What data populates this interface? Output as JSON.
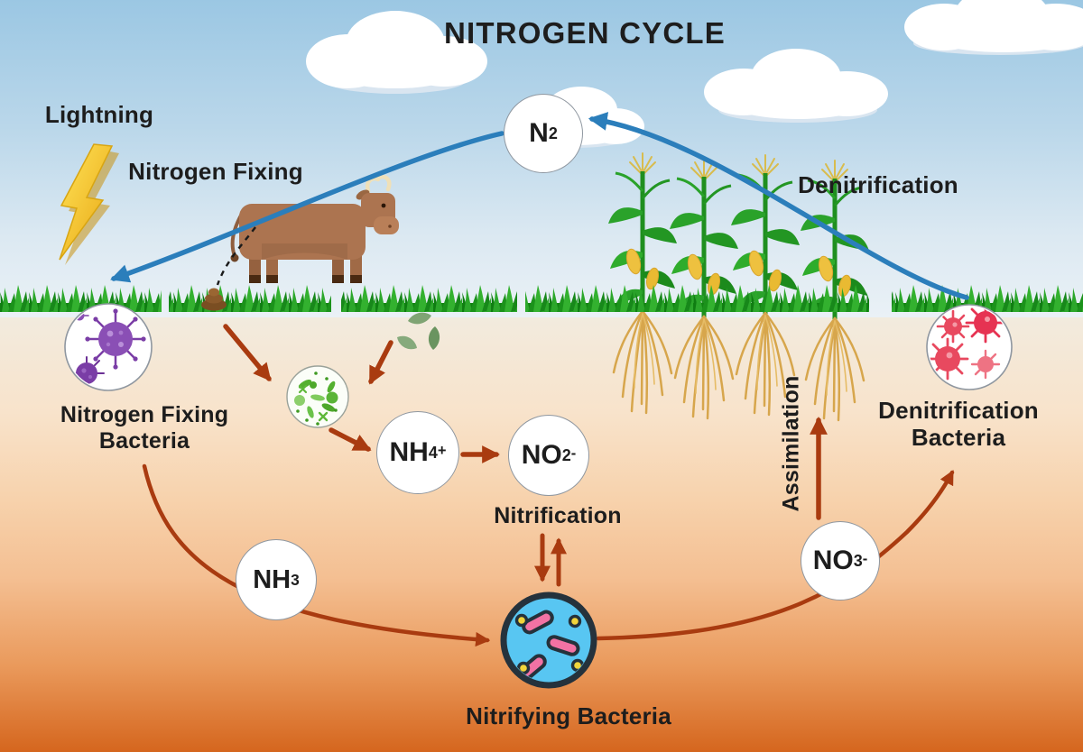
{
  "labels": {
    "title": "NITROGEN CYCLE",
    "lightning": "Lightning",
    "nitrogen_fixing": "Nitrogen Fixing",
    "denitrification": "Denitrification",
    "nitrogen_fixing_bacteria_1": "Nitrogen Fixing",
    "nitrogen_fixing_bacteria_2": "Bacteria",
    "nitrification": "Nitrification",
    "nitrifying_bacteria": "Nitrifying Bacteria",
    "denitrification_bacteria_1": "Denitrification",
    "denitrification_bacteria_2": "Bacteria",
    "assimilation": "Assimilation"
  },
  "molecules": {
    "n2": {
      "base": "N",
      "sub": "2",
      "sup": ""
    },
    "nh4": {
      "base": "NH",
      "sub": "4",
      "sup": "+"
    },
    "no2": {
      "base": "NO",
      "sub": "2",
      "sup": "-"
    },
    "nh3": {
      "base": "NH",
      "sub": "3",
      "sup": ""
    },
    "no3": {
      "base": "NO",
      "sub": "3",
      "sup": "-"
    }
  },
  "icons": [
    "lightning-icon",
    "cow-icon",
    "dung-icon",
    "decomposing-leaves-icon",
    "nitrogen-fixing-bacteria-icon",
    "ammonifying-bacteria-icon",
    "nitrifying-bacteria-icon",
    "denitrifying-bacteria-icon",
    "corn-plant-icon",
    "cloud-icon",
    "grass-icon"
  ],
  "colors": {
    "sky_top": "#9BC7E3",
    "sky_bottom": "#EAF1F6",
    "ground_top": "#F2EBDE",
    "ground_bottom": "#D5661E",
    "grass_green": "#2CA72B",
    "grass_dark": "#128312",
    "arrow_blue": "#2B7EBB",
    "arrow_red": "#A93B10",
    "text": "#1D1D1D",
    "circle_fill": "#FFFFFF",
    "circle_border": "#8F97A0",
    "nitrifying_fill": "#58C6F2",
    "nitrifying_border": "#25323C",
    "nitrifying_rod_pink": "#F272A4",
    "nitrifying_dot_yellow": "#F2D43B",
    "fixing_bacteria_purple": "#8A4FB5",
    "ammonifying_green": "#54B02F",
    "denitrifying_red": "#E63352",
    "corn_green": "#2AA22A",
    "corn_root_tan": "#D7A64C",
    "corn_cob_yellow": "#EEC13F",
    "cow_brown": "#AC7450",
    "lightning_yellow": "#F6CE35",
    "dung_brown": "#7A4E22",
    "leaves_green": "#7FA474",
    "cloud_white": "#FFFFFF"
  }
}
